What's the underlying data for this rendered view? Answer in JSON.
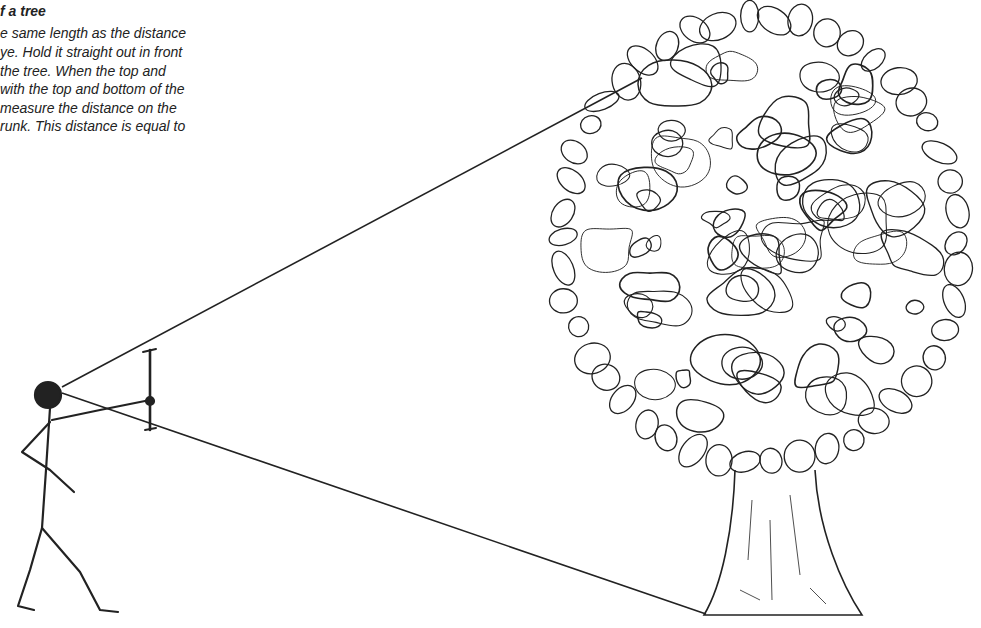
{
  "diagram": {
    "title": "f a tree",
    "labels": [
      "e same length as the distance",
      "ye. Hold it straight out in front",
      " the tree. When the top and",
      "with the top and bottom of the",
      "measure the distance on the",
      "runk. This distance is equal to"
    ]
  }
}
